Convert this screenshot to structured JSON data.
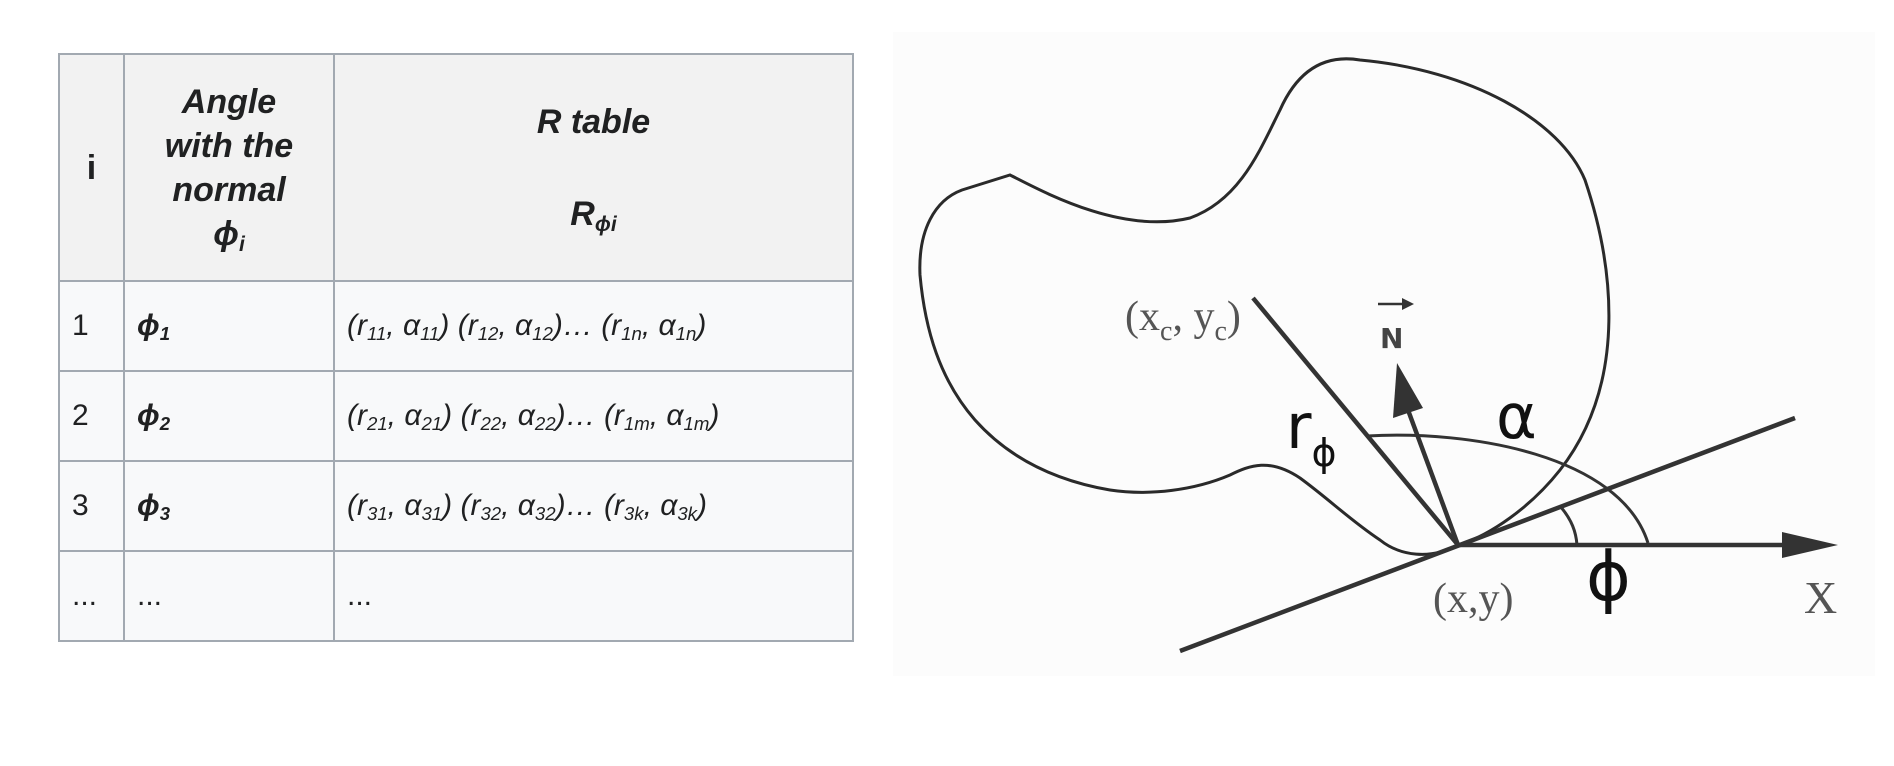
{
  "table": {
    "headers": {
      "i": "i",
      "angle_lines": [
        "Angle",
        "with the",
        "normal"
      ],
      "angle_symbol": "ϕ",
      "angle_sub": "i",
      "rtable_title": "R table",
      "rtable_symbol": "R",
      "rtable_sub": "ϕi"
    },
    "rows": [
      {
        "i": "1",
        "phi": "ϕ",
        "phi_sub": "1",
        "r": [
          {
            "l": "(r",
            "s1": "11",
            "m": ", α",
            "s2": "11",
            "e": ") "
          },
          {
            "l": "(r",
            "s1": "12",
            "m": ", α",
            "s2": "12",
            "e": ")… "
          },
          {
            "l": "(r",
            "s1": "1n",
            "m": ", α",
            "s2": "1n",
            "e": ")"
          }
        ]
      },
      {
        "i": "2",
        "phi": "ϕ",
        "phi_sub": "2",
        "r": [
          {
            "l": "(r",
            "s1": "21",
            "m": ", α",
            "s2": "21",
            "e": ") "
          },
          {
            "l": "(r",
            "s1": "22",
            "m": ", α",
            "s2": "22",
            "e": ")… "
          },
          {
            "l": "(r",
            "s1": "1m",
            "m": ", α",
            "s2": "1m",
            "e": ")"
          }
        ]
      },
      {
        "i": "3",
        "phi": "ϕ",
        "phi_sub": "3",
        "r": [
          {
            "l": "(r",
            "s1": "31",
            "m": ", α",
            "s2": "31",
            "e": ") "
          },
          {
            "l": "(r",
            "s1": "32",
            "m": ", α",
            "s2": "32",
            "e": ")… "
          },
          {
            "l": "(r",
            "s1": "3k",
            "m": ", α",
            "s2": "3k",
            "e": ")"
          }
        ]
      },
      {
        "i": "...",
        "phi": "...",
        "phi_sub": "",
        "r_plain": "..."
      }
    ]
  },
  "diagram": {
    "label_center_open": "(x",
    "label_center_sub_x": "c",
    "label_center_mid": ", y",
    "label_center_sub_y": "c",
    "label_center_close": ")",
    "label_normal": "N",
    "label_r": "r",
    "label_r_sub": "ϕ",
    "label_alpha": "α",
    "label_phi": "ϕ",
    "label_point": "(x,y)",
    "label_axis": "X",
    "colors": {
      "line": "#333333",
      "text": "#555555",
      "shape": "#2a2a2a"
    }
  }
}
